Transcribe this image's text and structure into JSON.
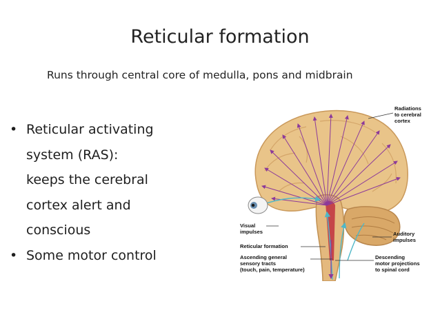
{
  "slide": {
    "title": "Reticular formation",
    "subtitle": "Runs through central core of medulla, pons and midbrain",
    "bullets": [
      {
        "lines": [
          "Reticular activating",
          "system (RAS):",
          "keeps the cerebral",
          "cortex alert and",
          "conscious"
        ]
      },
      {
        "lines": [
          "Some motor control"
        ]
      }
    ]
  },
  "figure": {
    "labels": {
      "radiations": [
        "Radiations",
        "to cerebral",
        "cortex"
      ],
      "visual": [
        "Visual",
        "impulses"
      ],
      "auditory": [
        "Auditory",
        "impulses"
      ],
      "reticular": [
        "Reticular formation"
      ],
      "ascending": [
        "Ascending general",
        "sensory tracts",
        "(touch, pain, temperature)"
      ],
      "descending": [
        "Descending",
        "motor projections",
        "to spinal cord"
      ]
    },
    "colors": {
      "brain": "#e9c489",
      "cerebellum": "#d9a868",
      "arrows": "#8c3a9a",
      "ascending": "#4fb7c7",
      "brainstem_core": "#c03040"
    }
  }
}
